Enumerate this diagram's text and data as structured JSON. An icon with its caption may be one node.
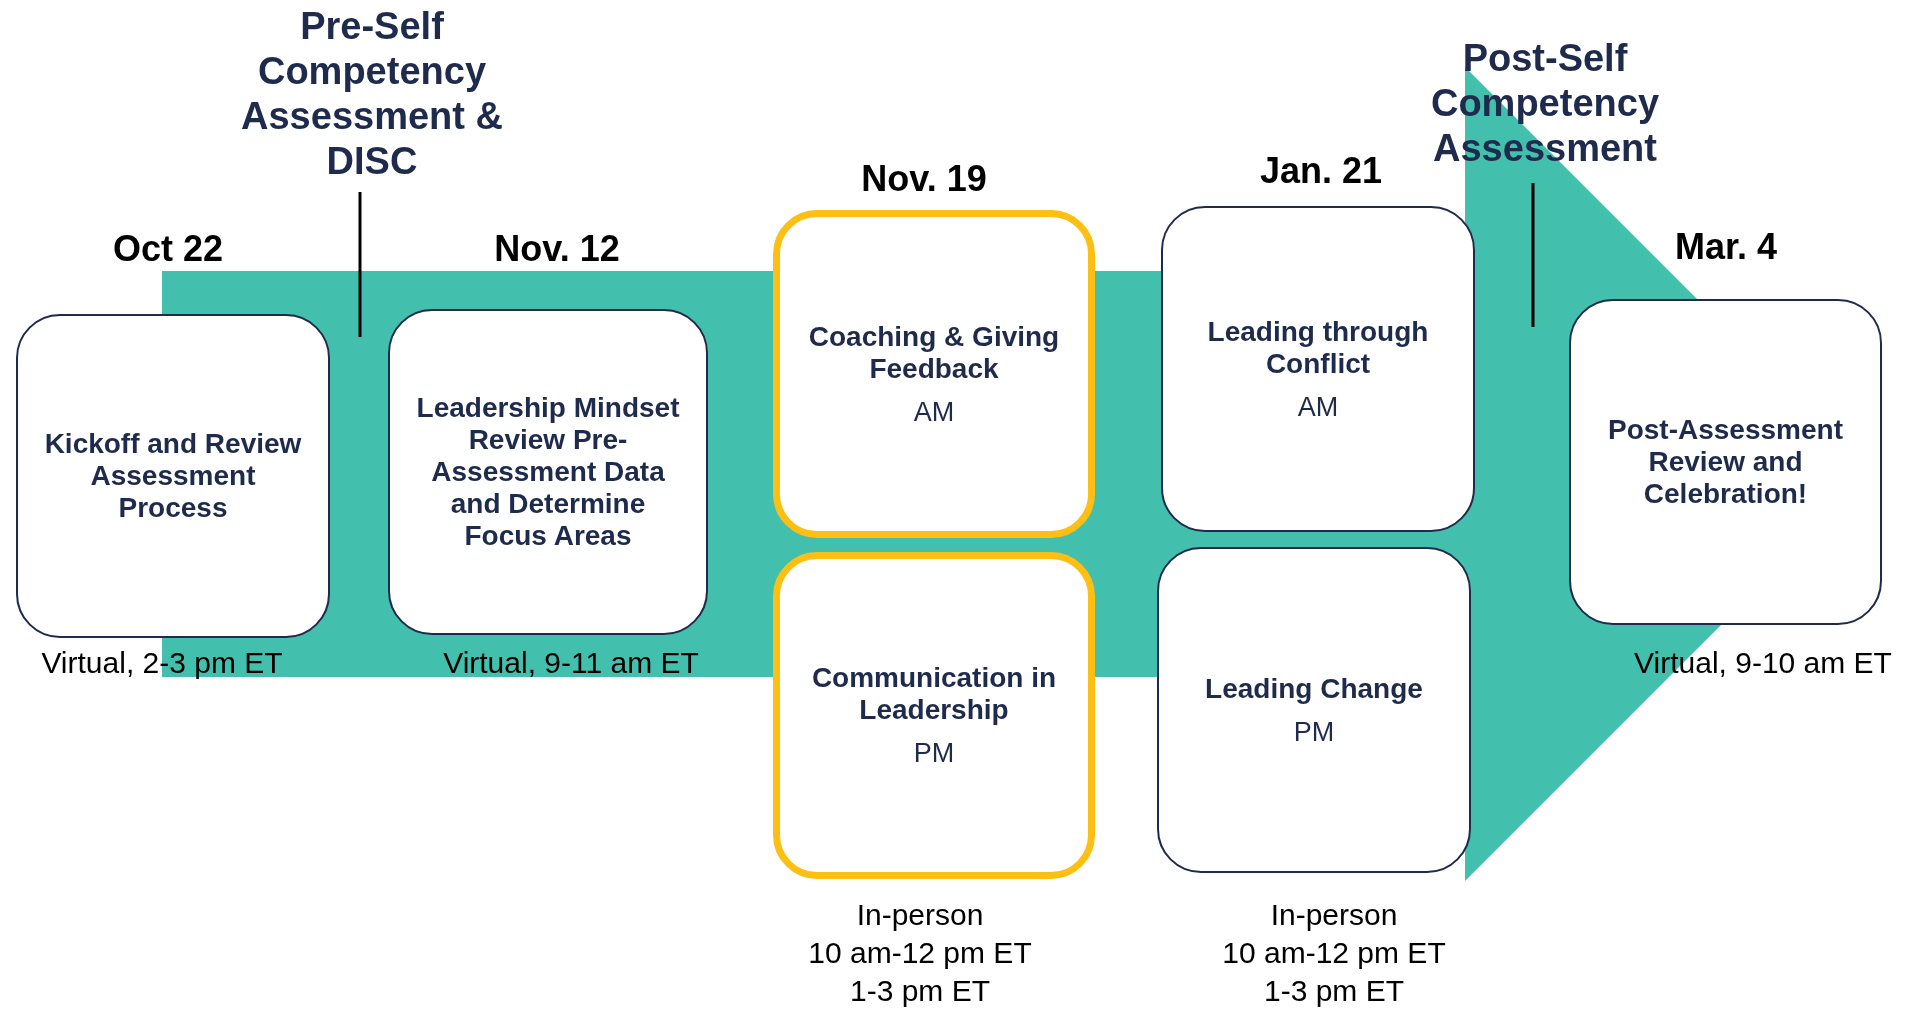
{
  "diagram": {
    "nodes": [
      {
        "text": [
          "Kickoff and Review Assessment Process"
        ],
        "beside": [
          "Oct 22",
          "Virtual, 2-3 pm ET"
        ]
      },
      {
        "text": [
          "Pre-Self Competency Assessment & DISC"
        ]
      },
      {
        "text": [
          "Leadership Mindset Review Pre-Assessment Data and Determine Focus Areas"
        ],
        "beside": [
          "Nov. 12",
          "Virtual, 9-11 am ET"
        ]
      },
      {
        "text": [
          "Coaching & Giving Feedback",
          "AM"
        ],
        "beside": [
          "Nov. 19"
        ]
      },
      {
        "text": [
          "Communication in Leadership",
          "PM"
        ],
        "beside": [
          "In-person",
          "10 am-12 pm ET",
          "1-3 pm ET"
        ]
      },
      {
        "text": [
          "Leading through Conflict",
          "AM"
        ],
        "beside": [
          "Jan. 21"
        ]
      },
      {
        "text": [
          "Leading Change",
          "PM"
        ],
        "beside": [
          "In-person",
          "10 am-12 pm ET",
          "1-3 pm ET"
        ]
      },
      {
        "text": [
          "Post-Self Competency Assessment"
        ]
      },
      {
        "text": [
          "Post-Assessment Review and Celebration!"
        ],
        "beside": [
          "Mar. 4",
          "Virtual, 9-10 am ET"
        ]
      }
    ],
    "edges": [
      {
        "from": 1,
        "to": null,
        "arrow": "none"
      },
      {
        "from": 7,
        "to": null,
        "arrow": "none"
      },
      {
        "from": 0,
        "to": 8,
        "arrow": "to"
      }
    ]
  }
}
